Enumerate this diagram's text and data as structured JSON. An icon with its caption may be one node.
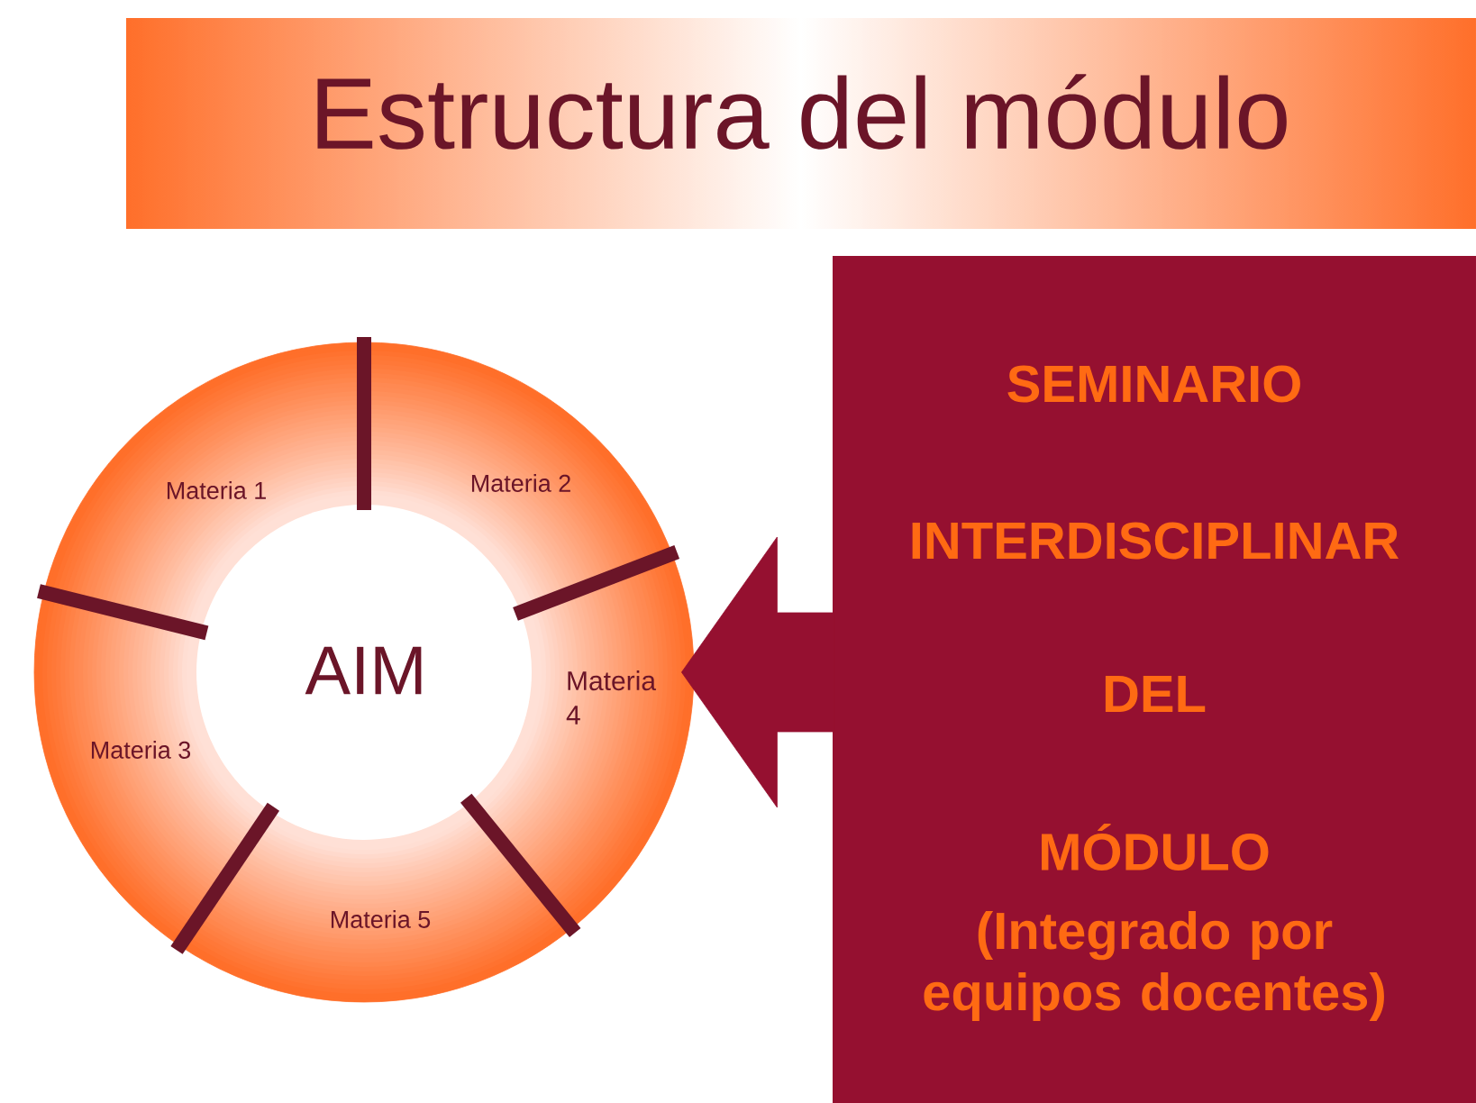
{
  "diagram": {
    "title": "Estructura del módulo",
    "nodes": [
      {
        "text": [],
        "shape": "circle"
      },
      {
        "text": [
          "AIM"
        ],
        "in": 0
      },
      {
        "text": [
          "Materia 1"
        ],
        "in": 0
      },
      {
        "text": [
          "Materia 2"
        ],
        "in": 0
      },
      {
        "text": [
          "Materia 4"
        ],
        "in": 0
      },
      {
        "text": [
          "Materia 3"
        ],
        "in": 0
      },
      {
        "text": [
          "Materia 5"
        ],
        "in": 0
      },
      {
        "text": [
          "SEMINARIO",
          "INTERDISCIPLINAR",
          "DEL",
          "MÓDULO",
          "(Integrado por equipos docentes)"
        ]
      }
    ],
    "edges": [
      {
        "from": 7,
        "to": 0,
        "arrow": "to"
      }
    ]
  }
}
